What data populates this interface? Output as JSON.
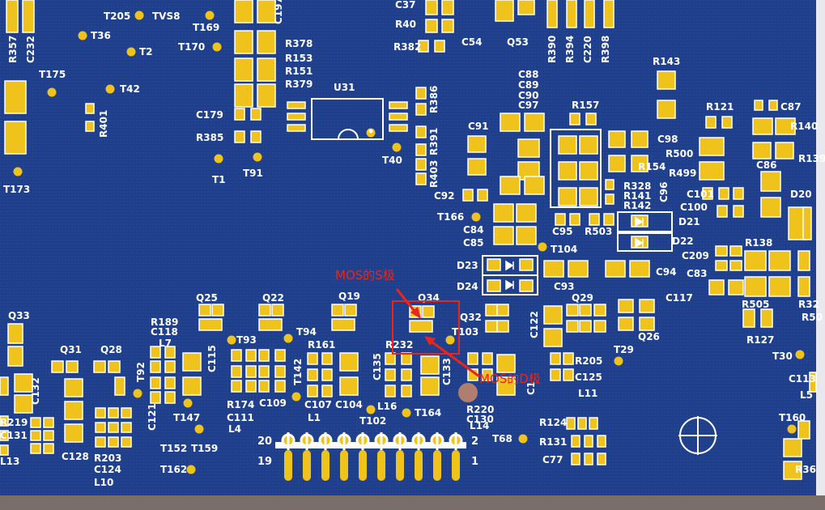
{
  "colors": {
    "board": "#1f3f8c",
    "copper": "#f0c21c",
    "silk": "#ffffff",
    "annotation": "#e8261c",
    "floor": "#7a6e6a",
    "right_margin": "#e8e8ee"
  },
  "annotations": {
    "source_label": "MOS的S极",
    "drain_label": "MOS的D极"
  },
  "connector": {
    "pin_top_left": "20",
    "pin_top_right": "2",
    "pin_bottom_left": "19",
    "pin_bottom_right": "1"
  },
  "chip": {
    "ref": "U31"
  },
  "labels": [
    {
      "t": "T205"
    },
    {
      "t": "TVS8"
    },
    {
      "t": "C197"
    },
    {
      "t": "C37"
    },
    {
      "t": "R40"
    },
    {
      "t": "R382"
    },
    {
      "t": "C54"
    },
    {
      "t": "Q53"
    },
    {
      "t": "R390"
    },
    {
      "t": "R394"
    },
    {
      "t": "C220"
    },
    {
      "t": "R398"
    },
    {
      "t": "R357"
    },
    {
      "t": "C232"
    },
    {
      "t": "T36"
    },
    {
      "t": "T169"
    },
    {
      "t": "T170"
    },
    {
      "t": "R378"
    },
    {
      "t": "R153"
    },
    {
      "t": "R151"
    },
    {
      "t": "R379"
    },
    {
      "t": "T2"
    },
    {
      "t": "T175"
    },
    {
      "t": "T42"
    },
    {
      "t": "R143"
    },
    {
      "t": "C88"
    },
    {
      "t": "C89"
    },
    {
      "t": "C90"
    },
    {
      "t": "C97"
    },
    {
      "t": "R157"
    },
    {
      "t": "R121"
    },
    {
      "t": "C87"
    },
    {
      "t": "R386"
    },
    {
      "t": "R401"
    },
    {
      "t": "C179"
    },
    {
      "t": "R385"
    },
    {
      "t": "C91"
    },
    {
      "t": "R140"
    },
    {
      "t": "R391"
    },
    {
      "t": "C98"
    },
    {
      "t": "R500"
    },
    {
      "t": "R139"
    },
    {
      "t": "T40"
    },
    {
      "t": "R403"
    },
    {
      "t": "R154"
    },
    {
      "t": "R499"
    },
    {
      "t": "C86"
    },
    {
      "t": "T1"
    },
    {
      "t": "T91"
    },
    {
      "t": "T173"
    },
    {
      "t": "R328"
    },
    {
      "t": "R141"
    },
    {
      "t": "R142"
    },
    {
      "t": "C96"
    },
    {
      "t": "C92"
    },
    {
      "t": "C101"
    },
    {
      "t": "C100"
    },
    {
      "t": "D20"
    },
    {
      "t": "T166"
    },
    {
      "t": "C95"
    },
    {
      "t": "R503"
    },
    {
      "t": "D21"
    },
    {
      "t": "C84"
    },
    {
      "t": "C85"
    },
    {
      "t": "D22"
    },
    {
      "t": "T104"
    },
    {
      "t": "R138"
    },
    {
      "t": "C209"
    },
    {
      "t": "D23"
    },
    {
      "t": "C94"
    },
    {
      "t": "C83"
    },
    {
      "t": "D24"
    },
    {
      "t": "C93"
    },
    {
      "t": "Q25"
    },
    {
      "t": "Q22"
    },
    {
      "t": "Q19"
    },
    {
      "t": "Q34"
    },
    {
      "t": "Q29"
    },
    {
      "t": "C117"
    },
    {
      "t": "R505"
    },
    {
      "t": "R32"
    },
    {
      "t": "Q33"
    },
    {
      "t": "R189"
    },
    {
      "t": "C118"
    },
    {
      "t": "L7"
    },
    {
      "t": "T93"
    },
    {
      "t": "T94"
    },
    {
      "t": "Q32"
    },
    {
      "t": "T103"
    },
    {
      "t": "C122"
    },
    {
      "t": "Q26"
    },
    {
      "t": "R50"
    },
    {
      "t": "R127"
    },
    {
      "t": "Q31"
    },
    {
      "t": "Q28"
    },
    {
      "t": "R161"
    },
    {
      "t": "R232"
    },
    {
      "t": "R205"
    },
    {
      "t": "T29"
    },
    {
      "t": "T30"
    },
    {
      "t": "T92"
    },
    {
      "t": "C115"
    },
    {
      "t": "T142"
    },
    {
      "t": "C135"
    },
    {
      "t": "C133"
    },
    {
      "t": "C125"
    },
    {
      "t": "C113"
    },
    {
      "t": "C132"
    },
    {
      "t": "R174"
    },
    {
      "t": "C109"
    },
    {
      "t": "C107"
    },
    {
      "t": "C104"
    },
    {
      "t": "L16"
    },
    {
      "t": "L11"
    },
    {
      "t": "L5"
    },
    {
      "t": "C111"
    },
    {
      "t": "L4"
    },
    {
      "t": "L1"
    },
    {
      "t": "R220"
    },
    {
      "t": "T147"
    },
    {
      "t": "C121"
    },
    {
      "t": "T164"
    },
    {
      "t": "C130"
    },
    {
      "t": "L14"
    },
    {
      "t": "R219"
    },
    {
      "t": "T102"
    },
    {
      "t": "R124"
    },
    {
      "t": "T160"
    },
    {
      "t": "C131"
    },
    {
      "t": "T152"
    },
    {
      "t": "T159"
    },
    {
      "t": "T68"
    },
    {
      "t": "R131"
    },
    {
      "t": "L13"
    },
    {
      "t": "C128"
    },
    {
      "t": "R203"
    },
    {
      "t": "C124"
    },
    {
      "t": "C77"
    },
    {
      "t": "R36"
    },
    {
      "t": "L10"
    },
    {
      "t": "T162"
    },
    {
      "t": "C1"
    }
  ]
}
